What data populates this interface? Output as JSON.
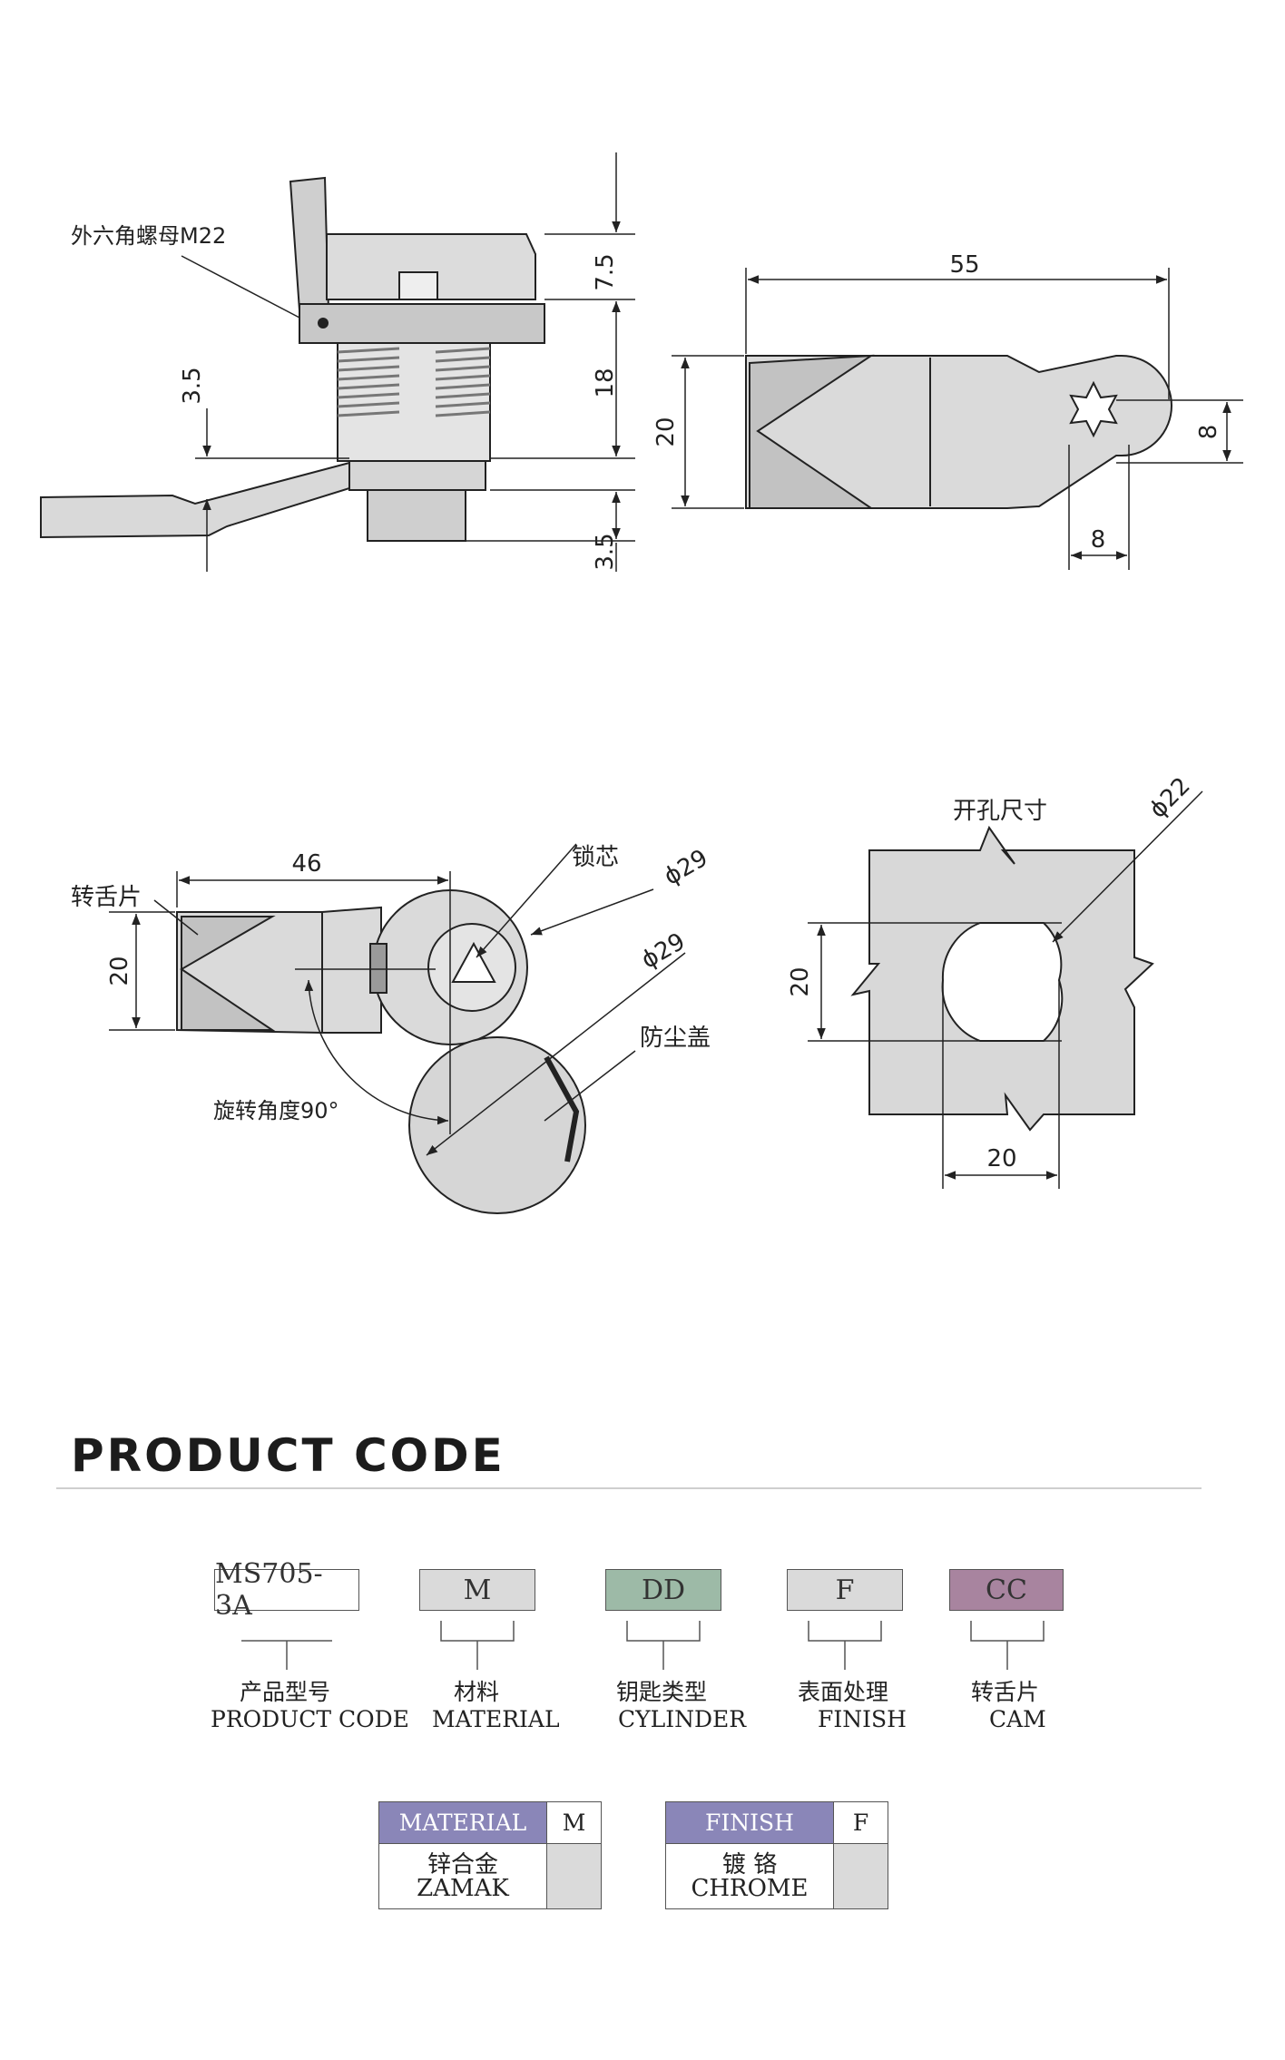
{
  "colors": {
    "part_fill": "#d9d9d9",
    "part_dark": "#8c8c8c",
    "line": "#222222",
    "box_material": "#dadada",
    "box_cylinder": "#9dbaa7",
    "box_finish": "#dadada",
    "box_cam": "#a8849f",
    "table_header": "#8a86b8",
    "table_cell": "#dadada"
  },
  "side_view": {
    "nut_label": "外六角螺母M22",
    "dims": {
      "top_height": "7.5",
      "body_height": "18",
      "cam_offset": "3.5",
      "bottom_height": "3.5"
    }
  },
  "cam_view": {
    "dims": {
      "length": "55",
      "width": "20",
      "hole_size": "8",
      "hole_offset": "8"
    }
  },
  "front_view": {
    "cam_label": "转舌片",
    "core_label": "锁芯",
    "cover_label": "防尘盖",
    "rotation_label": "旋转角度90°",
    "dims": {
      "length": "46",
      "width": "20",
      "body_dia": "ϕ29",
      "cover_dia": "ϕ29"
    }
  },
  "cutout_view": {
    "title": "开孔尺寸",
    "dims": {
      "diameter": "ϕ22",
      "height": "20",
      "width": "20"
    }
  },
  "product_code": {
    "heading": "PRODUCT CODE",
    "boxes": [
      {
        "code": "MS705-3A",
        "label_cn": "产品型号",
        "label_en": "PRODUCT CODE"
      },
      {
        "code": "M",
        "label_cn": "材料",
        "label_en": "MATERIAL"
      },
      {
        "code": "DD",
        "label_cn": "钥匙类型",
        "label_en": "CYLINDER"
      },
      {
        "code": "F",
        "label_cn": "表面处理",
        "label_en": "FINISH"
      },
      {
        "code": "CC",
        "label_cn": "转舌片",
        "label_en": "CAM"
      }
    ]
  },
  "tables": {
    "material": {
      "header": "MATERIAL",
      "code": "M",
      "value_cn": "锌合金",
      "value_en": "ZAMAK"
    },
    "finish": {
      "header": "FINISH",
      "code": "F",
      "value_cn": "镀 铬",
      "value_en": "CHROME"
    }
  }
}
